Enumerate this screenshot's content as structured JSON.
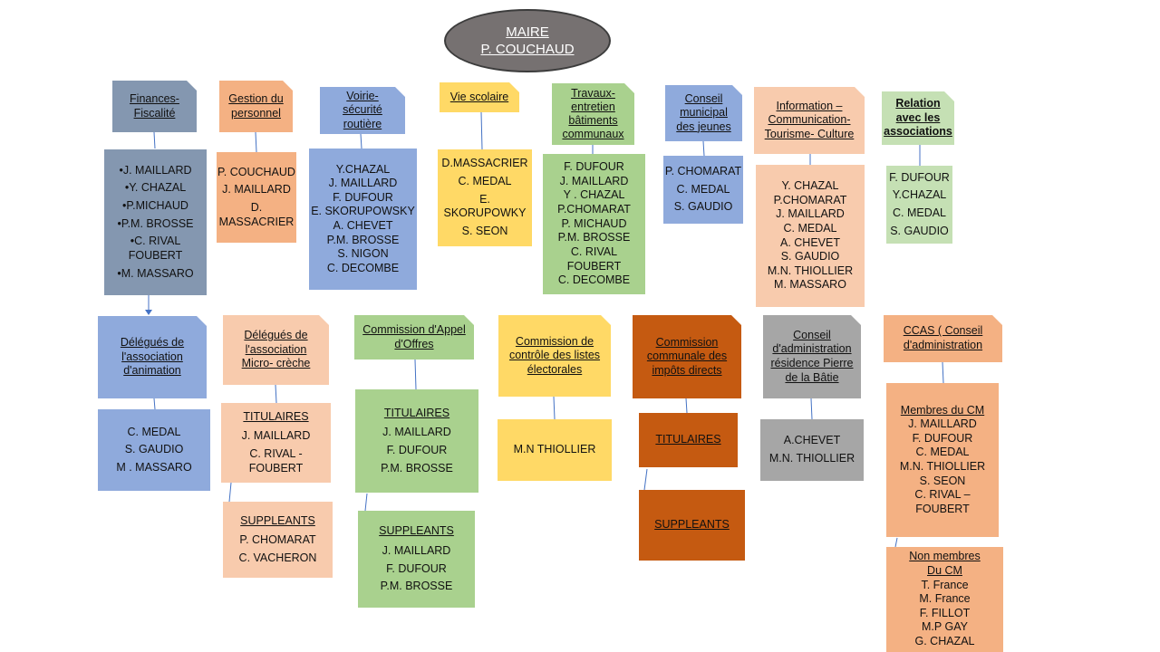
{
  "mayor": {
    "title": "MAIRE",
    "name": "P. COUCHAUD"
  },
  "row1": [
    {
      "header": "Finances-\nFiscalité",
      "members": [
        "•J. MAILLARD",
        "•Y. CHAZAL",
        "•P.MICHAUD",
        "•P.M. BROSSE",
        "•C. RIVAL\nFOUBERT",
        "•M. MASSARO"
      ]
    },
    {
      "header": "Gestion du\npersonnel",
      "members": [
        "P. COUCHAUD",
        "J. MAILLARD",
        "D.\nMASSACRIER"
      ]
    },
    {
      "header": "Voirie-\nsécurité\nroutière",
      "members": [
        "Y.CHAZAL",
        "J. MAILLARD",
        "F. DUFOUR",
        "E. SKORUPOWSKY",
        "A. CHEVET",
        "P.M. BROSSE",
        "S. NIGON",
        "C. DECOMBE"
      ]
    },
    {
      "header": "Vie scolaire",
      "members": [
        "D.MASSACRIER",
        "C. MEDAL",
        "E. SKORUPOWKY",
        "S. SEON"
      ]
    },
    {
      "header": "Travaux-\nentretien\nbâtiments\ncommunaux",
      "members": [
        "F. DUFOUR",
        "J. MAILLARD",
        "Y . CHAZAL",
        "P.CHOMARAT",
        "P. MICHAUD",
        "P.M. BROSSE",
        "C. RIVAL FOUBERT",
        "C. DECOMBE"
      ]
    },
    {
      "header": "Conseil\nmunicipal\ndes jeunes",
      "members": [
        "P. CHOMARAT",
        "C. MEDAL",
        "S. GAUDIO"
      ]
    },
    {
      "header": "Information –\nCommunication-\nTourisme- Culture",
      "members": [
        "Y. CHAZAL",
        "P.CHOMARAT",
        "J. MAILLARD",
        "C. MEDAL",
        "A. CHEVET",
        "S. GAUDIO",
        "M.N. THIOLLIER",
        "M. MASSARO"
      ]
    },
    {
      "header": "Relation\navec les\nassociations",
      "members": [
        "F. DUFOUR",
        "Y.CHAZAL",
        "C. MEDAL",
        "S. GAUDIO"
      ]
    }
  ],
  "row2": [
    {
      "header": "Délégués de\nl'association\nd'animation",
      "members": [
        "C. MEDAL",
        "S. GAUDIO",
        "M . MASSARO"
      ]
    },
    {
      "header": "Délégués de\nl'association\nMicro- crèche",
      "titulaires": {
        "label": "TITULAIRES",
        "members": [
          "J. MAILLARD",
          "C. RIVAL - FOUBERT"
        ]
      },
      "suppleants": {
        "label": "SUPPLEANTS",
        "members": [
          "P. CHOMARAT",
          "C. VACHERON"
        ]
      }
    },
    {
      "header": "Commission d'Appel\nd'Offres",
      "titulaires": {
        "label": "TITULAIRES",
        "members": [
          "J. MAILLARD",
          "F. DUFOUR",
          "P.M. BROSSE"
        ]
      },
      "suppleants": {
        "label": "SUPPLEANTS",
        "members": [
          "J. MAILLARD",
          "F. DUFOUR",
          "P.M. BROSSE"
        ]
      }
    },
    {
      "header": "Commission de\ncontrôle des listes\nélectorales",
      "members": [
        "M.N THIOLLIER"
      ]
    },
    {
      "header": "Commission\ncommunale des\nimpôts directs",
      "titulaires": {
        "label": "TITULAIRES"
      },
      "suppleants": {
        "label": "SUPPLEANTS"
      }
    },
    {
      "header": "Conseil\nd'administration\nrésidence Pierre\nde  la Bâtie",
      "members": [
        "A.CHEVET",
        "M.N. THIOLLIER"
      ]
    },
    {
      "header": "CCAS ( Conseil\nd'administration",
      "cm": {
        "label": "Membres du CM",
        "members": [
          "J. MAILLARD",
          "F. DUFOUR",
          "C. MEDAL",
          "M.N. THIOLLIER",
          "S. SEON",
          "C. RIVAL –\nFOUBERT"
        ]
      },
      "ncm": {
        "label": "Non membres\nDu CM",
        "members": [
          "T. France",
          "M. France",
          "F. FILLOT",
          "M.P GAY",
          "G. CHAZAL"
        ]
      }
    }
  ]
}
